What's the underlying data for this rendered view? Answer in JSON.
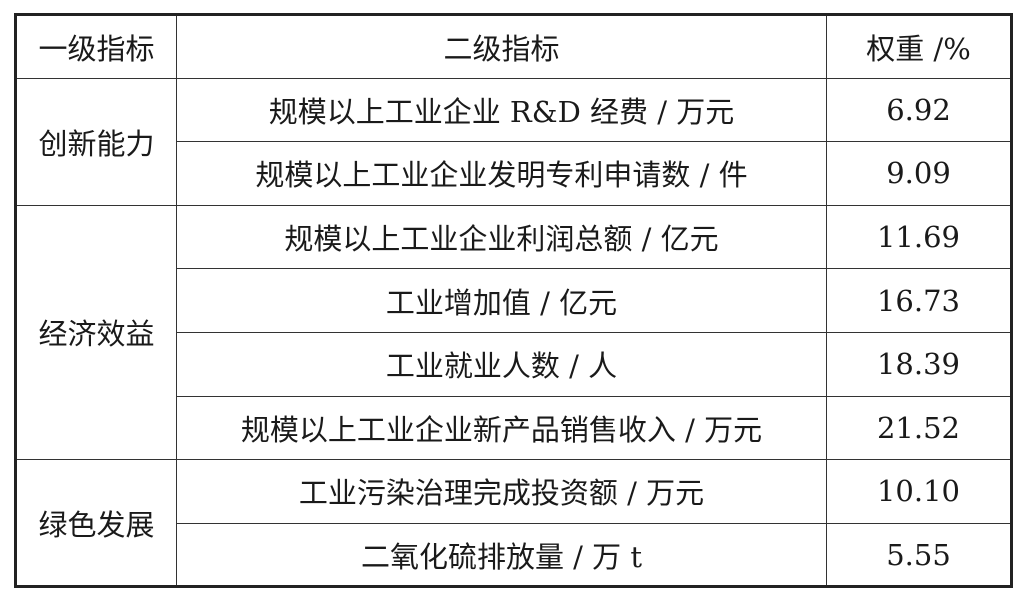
{
  "table": {
    "headers": [
      "一级指标",
      "二级指标",
      "权重 /%"
    ],
    "groups": [
      {
        "name": "创新能力",
        "rows": [
          {
            "indicator": "规模以上工业企业 R&D 经费 / 万元",
            "weight": "6.92"
          },
          {
            "indicator": "规模以上工业企业发明专利申请数 / 件",
            "weight": "9.09"
          }
        ]
      },
      {
        "name": "经济效益",
        "rows": [
          {
            "indicator": "规模以上工业企业利润总额 / 亿元",
            "weight": "11.69"
          },
          {
            "indicator": "工业增加值 / 亿元",
            "weight": "16.73"
          },
          {
            "indicator": "工业就业人数 / 人",
            "weight": "18.39"
          },
          {
            "indicator": "规模以上工业企业新产品销售收入 / 万元",
            "weight": "21.52"
          }
        ]
      },
      {
        "name": "绿色发展",
        "rows": [
          {
            "indicator": "工业污染治理完成投资额 / 万元",
            "weight": "10.10"
          },
          {
            "indicator": "二氧化硫排放量 / 万 t",
            "weight": "5.55"
          }
        ]
      }
    ]
  }
}
